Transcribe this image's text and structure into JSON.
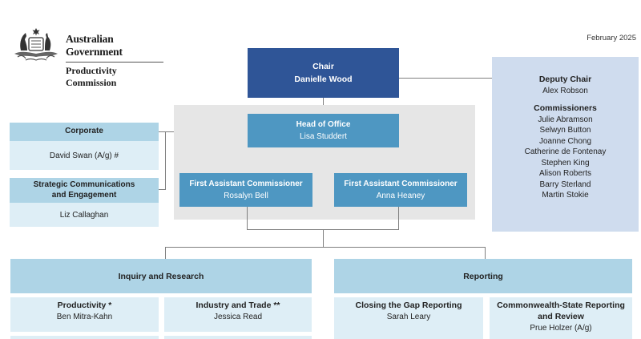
{
  "header": {
    "logo": {
      "icon": "coat-of-arms-icon",
      "line1": "Australian Government",
      "line2": "Productivity Commission"
    },
    "date": "February 2025"
  },
  "colors": {
    "chair": "#2f5597",
    "office": "#4e97c2",
    "office_bg": "#e6e6e6",
    "commissioners": "#cfdcee",
    "group_header": "#aed4e6",
    "group_body": "#deeef6",
    "connector": "#7f7f7f"
  },
  "chair": {
    "title": "Chair",
    "name": "Danielle Wood"
  },
  "deputy": {
    "title": "Deputy Chair",
    "name": "Alex Robson",
    "commissioners_title": "Commissioners",
    "commissioners": [
      "Julie Abramson",
      "Selwyn Button",
      "Joanne Chong",
      "Catherine de Fontenay",
      "Stephen King",
      "Alison Roberts",
      "Barry Sterland",
      "Martin Stokie"
    ]
  },
  "head_of_office": {
    "title": "Head of Office",
    "name": "Lisa Studdert"
  },
  "first_assistants": [
    {
      "title": "First Assistant Commissioner",
      "name": "Rosalyn Bell"
    },
    {
      "title": "First Assistant Commissioner",
      "name": "Anna Heaney"
    }
  ],
  "side_units": [
    {
      "title": "Corporate",
      "name": "David Swan (A/g) #"
    },
    {
      "title": "Strategic Communications and Engagement",
      "name": "Liz Callaghan"
    }
  ],
  "groups": [
    {
      "title": "Inquiry and Research",
      "units": [
        {
          "title": "Productivity *",
          "name": "Ben Mitra-Kahn"
        },
        {
          "title": "Industry and Trade **",
          "name": "Jessica Read"
        }
      ]
    },
    {
      "title": "Reporting",
      "units": [
        {
          "title": "Closing the Gap Reporting",
          "name": "Sarah Leary"
        },
        {
          "title": "Commonwealth-State Reporting and Review",
          "name": "Prue Holzer (A/g)"
        }
      ]
    }
  ]
}
